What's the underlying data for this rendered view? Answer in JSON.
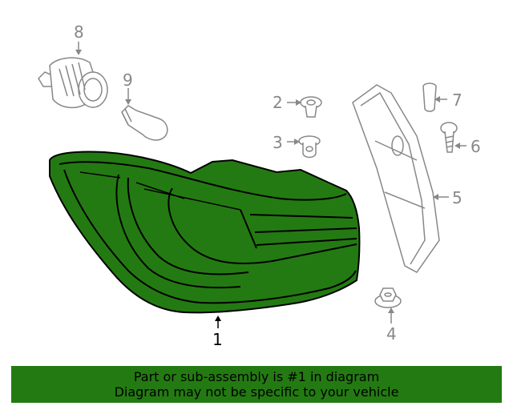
{
  "diagram": {
    "callouts": {
      "c1": "1",
      "c2": "2",
      "c3": "3",
      "c4": "4",
      "c5": "5",
      "c6": "6",
      "c7": "7",
      "c8": "8",
      "c9": "9"
    },
    "highlight_color": "#247a12",
    "line_color": "#888888"
  },
  "banner": {
    "line1": "Part or sub-assembly is #1 in diagram",
    "line2": "Diagram may not be specific to your vehicle",
    "background": "#247a12"
  }
}
